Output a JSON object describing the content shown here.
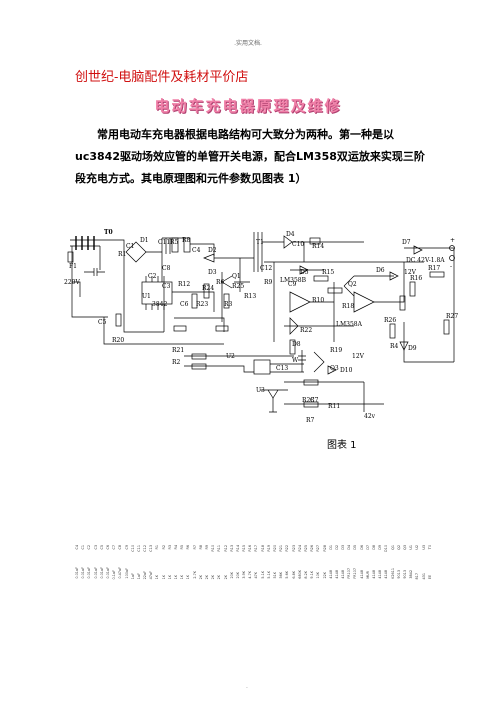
{
  "header": {
    "text": ".实用文档."
  },
  "store": {
    "text": "创世纪-电脑配件及耗材平价店"
  },
  "doc_title": {
    "text": "电动车充电器原理及维修"
  },
  "intro": {
    "text": "常用电动车充电器根据电路结构可大致分为两种。第一种是以uc3842驱动场效应管的单管开关电源，配合LM358双运放来实现三阶段充电方式。其电原理图和元件参数见图表 1）"
  },
  "circuit": {
    "labels": {
      "t0": "T0",
      "f1": "F1",
      "v220": "220V",
      "d1": "D1",
      "c1": "C1",
      "c11": "C11",
      "r5": "R5",
      "r8": "R8",
      "c4": "C4",
      "d2": "D2",
      "d3": "D3",
      "c8": "C8",
      "c3": "C3",
      "c2": "C2",
      "r1": "R1",
      "r12": "R12",
      "q1": "Q1",
      "r6": "R6",
      "r25": "R25",
      "r24": "R24",
      "r13": "R13",
      "u1": "U1",
      "ic3842": "3842",
      "c5": "C5",
      "r20": "R20",
      "c6": "C6",
      "r23": "R23",
      "r3": "R3",
      "r21": "R21",
      "r2": "R2",
      "u2": "U2",
      "u3": "U3",
      "t1": "T1",
      "d4": "D4",
      "c10": "C10",
      "r14": "R14",
      "c12": "C12",
      "d5": "D5",
      "c9": "C9",
      "r15": "R15",
      "r9": "R9",
      "lm358b": "LM358B",
      "r10": "R10",
      "q2": "Q2",
      "r18": "R18",
      "d6": "D6",
      "lm358a": "LM358A",
      "r22": "R22",
      "d8": "D8",
      "c13": "C13",
      "c7": "C7",
      "w": "W",
      "r19": "R19",
      "v12b": "12V",
      "q3": "Q3",
      "d10": "D10",
      "r28": "R28",
      "r11": "R11",
      "r7": "R7",
      "v42": "42v",
      "d7": "D7",
      "dc_out": "DC 42V-1.8A",
      "v12a": "12V",
      "r16": "R16",
      "r17": "R17",
      "r26": "R26",
      "r4": "R4",
      "d9": "D9",
      "r27": "R27",
      "plus": "+",
      "minus": "-"
    }
  },
  "caption": {
    "text": "图表  1"
  },
  "parts": {
    "names": [
      "C4",
      "C1",
      "C2",
      "C3",
      "C5",
      "C6",
      "C7",
      "C8",
      "C9",
      "C10",
      "C11",
      "C12",
      "C13",
      "R1",
      "R2",
      "R3",
      "R4",
      "R5",
      "R6",
      "R7",
      "R8",
      "R9",
      "R10",
      "R11",
      "R12",
      "R13",
      "R14",
      "R15",
      "R16",
      "R17",
      "R18",
      "R19",
      "R20",
      "R21",
      "R22",
      "R23",
      "R24",
      "R25",
      "R26",
      "R27",
      "R28",
      "D1",
      "D2",
      "D3",
      "D4",
      "D5",
      "D6",
      "D7",
      "D8",
      "D9",
      "D10",
      "Q1",
      "Q2",
      "Q3",
      "U1",
      "U2",
      "U3",
      "T0"
    ],
    "values": [
      "0.01uF",
      "0.01uF",
      "0.01uF",
      "0.01uF",
      "0.01uF",
      "0.01uF",
      "0.1uF",
      "0.47uF",
      "100uF",
      "1uF",
      "1uF",
      "22uF",
      "47uF",
      "1K",
      "1K",
      "1K",
      "1K",
      "1K",
      "1K",
      "2.7K",
      "2K",
      "2K",
      "2K",
      "2K",
      "2K",
      "20K",
      "20K",
      "3.9K",
      "4.7K",
      "47K",
      "5.1K",
      "5.1K",
      "51K",
      "56K",
      "5.6K",
      "6.8K",
      "680K",
      "8.2K",
      "9.1K",
      "10K",
      "22K",
      "4148",
      "4148",
      "4148",
      "FR107",
      "FR107",
      "4148",
      "MUR",
      "4148",
      "4148",
      "4148",
      "K2611",
      "9013",
      "9013",
      "3842",
      "817",
      "431",
      "EE"
    ]
  },
  "footer": {
    "dot": "."
  }
}
